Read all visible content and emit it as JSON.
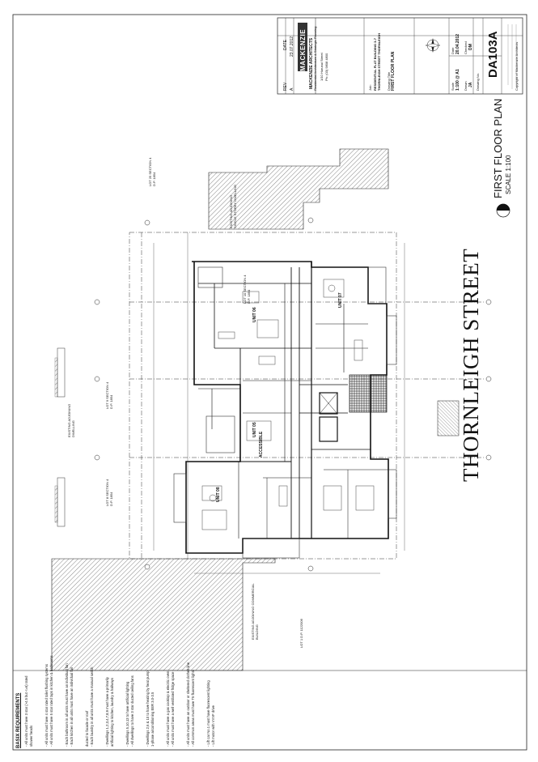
{
  "title_block": {
    "rev_header": "REV",
    "date_header": "DATE",
    "rev_value": "A",
    "date_value": "23.07.2012",
    "brand": "MACKENZIE",
    "firm_name": "MACKENZIE ARCHITECTS",
    "firm_tagline": "Residential Architecture & Strategic Planning",
    "firm_address": "1/10 Hurunui Street",
    "firm_phone": "Ph: (03) 9808 4800",
    "job_label": "Job:",
    "job_title": "RESIDENTIAL FLAT BUILDING 3-7 THORNLEIGH STREET THORNLEIGH",
    "drawing_label": "Drawing Title",
    "drawing_title": "FIRST FLOOR PLAN",
    "scale_label": "Scale",
    "scale_value": "1:100 @ A1",
    "date_label": "Date",
    "date_issue": "20.04.2012",
    "drawn_label": "Drawn",
    "drawn_value": "JA",
    "checked_label": "Checked",
    "checked_value": "DM",
    "drawing_no_label": "Drawing No.",
    "drawing_no": "DA103A",
    "copyright": "Copyright of Mackenzie Architects"
  },
  "plan": {
    "title": "FIRST FLOOR PLAN",
    "scale": "SCALE 1:100",
    "street": "THORNLEIGH STREET",
    "lot_25": "LOT 25 SECTION 4 D.P. 1854",
    "lot_10": "LOT 10 SECTION 4 D.P. 1854",
    "lot_9": "LOT 9 SECTION 4 D.P. 1854",
    "lot_8": "LOT 8 SECTION 4 D.P. 1854",
    "lot_1": "LOT 1 D.P. 1122006",
    "existing_top": "EXISTING ADJOINING SINGLE STOREY DWELLING",
    "existing_left": "EXISTING ADJOINING DWELLING",
    "existing_bottom": "EXISTING ADJOINING COMMERCIAL BUILDING",
    "unit_a": "UNIT 06",
    "unit_b": "UNIT 07",
    "unit_c": "UNIT 05",
    "unit_d": "UNIT 08",
    "accessible": "ACCESSIBLE"
  },
  "basix": {
    "title": "BASIX REQUIREMENTS",
    "lines": [
      "- All units must have 3 star (>4.5 but <=6) rated",
      "shower heads",
      "- All units must have 4 star rated toilet flushing systems",
      "- All units must have 5 star rated taps in kitchen & bathrooms",
      "- Each bathroom in all units must have an individual fan",
      "- Each kitchen in all units must have an individual fan",
      "ducted to facade or roof",
      "- Each laundry in all units must have a manual switch",
      "- Dwellings 1,2,3,4,7,8,9 must have a primarily",
      "artificial lighting to kitchen, laundry & hallways",
      "- Dwellings 5,10,13 to have artificial lighting",
      "- All dwellings to have 3 star ducted ceiling fans",
      "- Dwellings 2,6 & 10 to have heating by heat pump",
      "1-phase airconditioning EER 3.0-3.5",
      "- All units must have a gas cooktop & electric oven",
      "- All units must have a well ventilated fridge space",
      "- All units must have an outdoor or sheltered clothes line",
      "- All common areas must have T5 fluorescent lights",
      "- Lift car No.1 must have fluorescent lighting",
      "- Lift motor with VVVF drive"
    ]
  }
}
